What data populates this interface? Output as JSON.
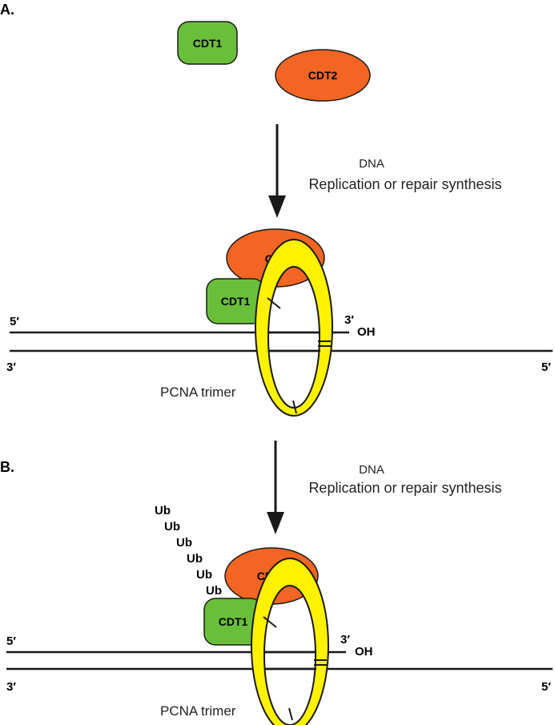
{
  "panel_a": {
    "label": "A.",
    "cdt1": "CDT1",
    "cdt2": "CDT2",
    "step_line1": "DNA",
    "step_line2": "Replication or repair synthesis",
    "complex_cdt2": "CDT2",
    "complex_cdt1": "CDT1",
    "strand_top_5": "5′",
    "strand_top_3": "3′",
    "strand_oh": "OH",
    "strand_bottom_3": "3′",
    "strand_bottom_5": "5′",
    "pcna_label": "PCNA trimer"
  },
  "panel_b": {
    "label": "B.",
    "step_line1": "DNA",
    "step_line2": "Replication or repair synthesis",
    "ub_chain": [
      "Ub",
      "Ub",
      "Ub",
      "Ub",
      "Ub",
      "Ub"
    ],
    "complex_cdt2": "CDT2",
    "complex_cdt1": "CDT1",
    "strand_top_5": "5′",
    "strand_top_3": "3′",
    "strand_oh": "OH",
    "strand_bottom_3": "3′",
    "strand_bottom_5": "5′",
    "pcna_label": "PCNA trimer"
  },
  "colors": {
    "cdt1_fill": "#6abf3a",
    "cdt2_fill": "#f26522",
    "pcna_fill": "#fff200",
    "outline": "#1a1a1a"
  }
}
